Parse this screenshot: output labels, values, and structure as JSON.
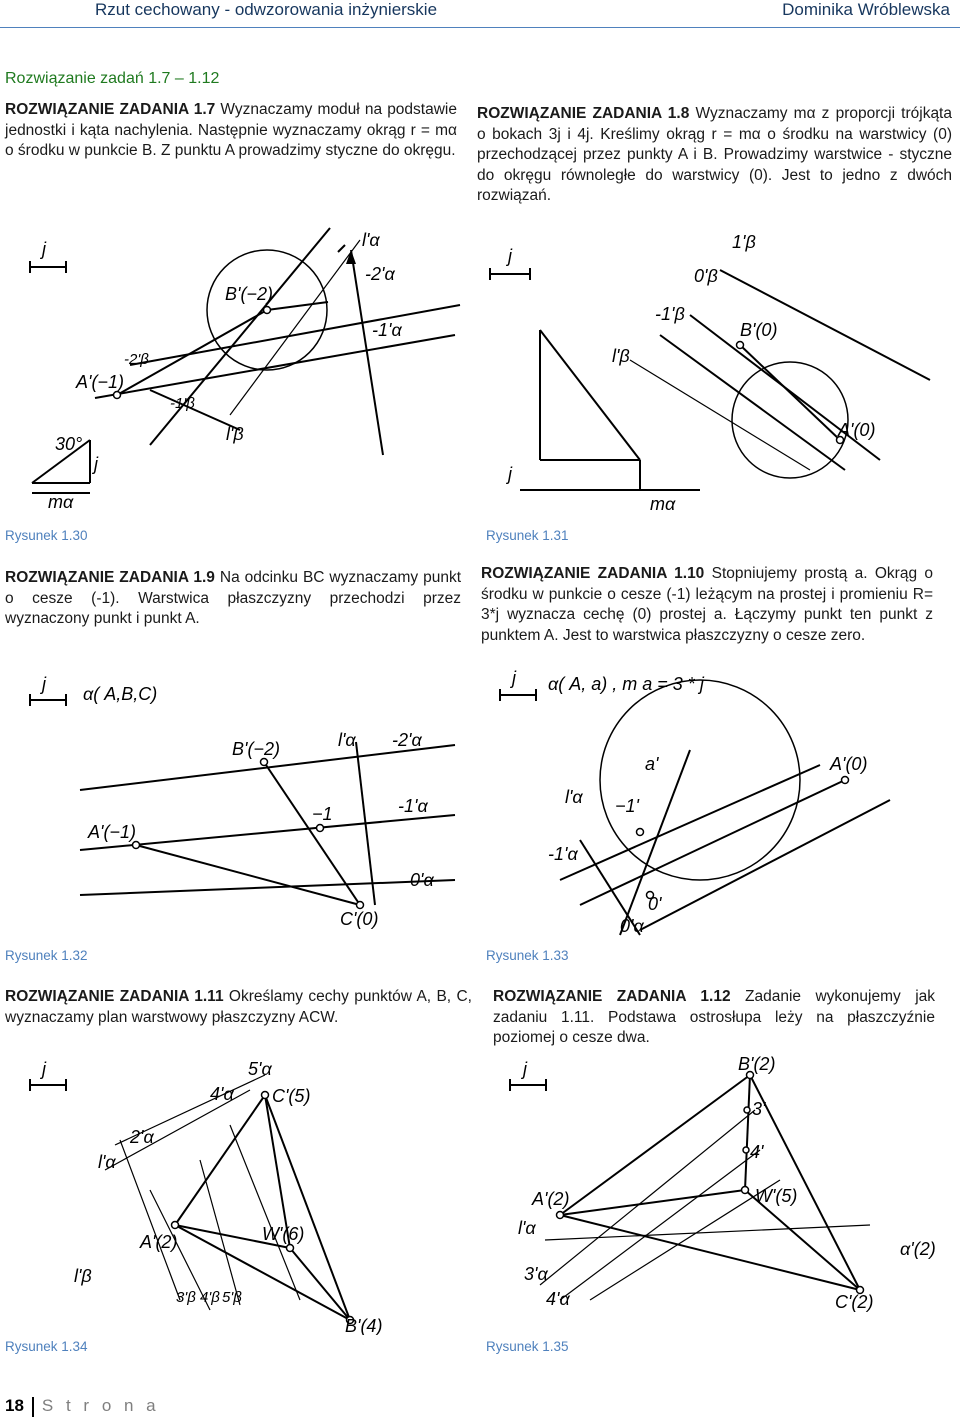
{
  "header": {
    "left": "Rzut cechowany - odwzorowania inżynierskie",
    "right": "Dominika Wróblewska"
  },
  "section_title": "Rozwiązanie zadań 1.7 – 1.12",
  "tasks": {
    "t7": {
      "head": "ROZWIĄZANIE ZADANIA 1.7",
      "body": " Wyznaczamy moduł na podstawie jednostki i kąta nachylenia. Następnie wyznaczamy okrąg r = mα o środku w punkcie B. Z punktu A prowadzimy styczne do okręgu."
    },
    "t8": {
      "head": "ROZWIĄZANIE ZADANIA 1.8",
      "body": " Wyznaczamy mα z proporcji trójkąta o bokach 3j i 4j. Kreślimy okrąg r = mα o środku na warstwicy (0) przechodzącej przez punkty A i B. Prowadzimy warstwice - styczne do okręgu równoległe do warstwicy (0). Jest to jedno z dwóch rozwiązań."
    },
    "t9": {
      "head": "ROZWIĄZANIE ZADANIA 1.9",
      "body": " Na odcinku BC wyznaczamy punkt o cesze (-1). Warstwica płaszczyzny przechodzi przez wyznaczony punkt i punkt A."
    },
    "t10": {
      "head": "ROZWIĄZANIE ZADANIA 1.10",
      "body": " Stopniujemy prostą a. Okrąg o środku w punkcie o cesze (-1) leżącym na prostej i promieniu R= 3*j wyznacza cechę (0) prostej a. Łączymy punkt ten punkt z punktem A. Jest to warstwica płaszczyzny o cesze zero."
    },
    "t11": {
      "head": "ROZWIĄZANIE ZADANIA 1.11",
      "body": " Określamy cechy punktów A, B, C, wyznaczamy plan warstwowy płaszczyzny ACW."
    },
    "t12": {
      "head": "ROZWIĄZANIE ZADANIA 1.12",
      "body": " Zadanie wykonujemy jak zadaniu 1.11. Podstawa ostrosłupa leży na płaszczyźnie poziomej o cesze dwa."
    }
  },
  "captions": {
    "f30": "Rysunek 1.30",
    "f31": "Rysunek 1.31",
    "f32": "Rysunek 1.32",
    "f33": "Rysunek 1.33",
    "f34": "Rysunek 1.34",
    "f35": "Rysunek 1.35"
  },
  "figures": {
    "f30": {
      "j": "j",
      "B": "B'(−2)",
      "A": "A'(−1)",
      "l_alpha": "l'α",
      "m2_alpha": "-2'α",
      "m1_alpha": "-1'α",
      "m2_beta": "-2'β",
      "m1_beta": "-1'β",
      "l_beta": "l'β",
      "angle": "30°",
      "j2": "j",
      "m_alpha": "mα"
    },
    "f31": {
      "j": "j",
      "one_beta": "1'β",
      "zero_beta": "0'β",
      "m1_beta": "-1'β",
      "B": "B'(0)",
      "l_beta": "l'β",
      "A": "A'(0)",
      "j2": "j",
      "m_alpha": "mα"
    },
    "f32": {
      "j": "j",
      "title": "α( A,B,C)",
      "B": "B'(−2)",
      "l_alpha": "l'α",
      "m2_alpha": "-2'α",
      "m1": "−1",
      "m1_alpha": "-1'α",
      "A": "A'(−1)",
      "zero_alpha": "0'α",
      "C": "C'(0)"
    },
    "f33": {
      "j": "j",
      "title": "α( A, a) , m a = 3 * j",
      "a": "a'",
      "A": "A'(0)",
      "l_alpha": "l'α",
      "m1": "−1'",
      "m1_alpha": "-1'α",
      "zero": "0'",
      "zero_alpha": "0'α"
    },
    "f34": {
      "j": "j",
      "five_alpha": "5'α",
      "four_alpha": "4'α",
      "C": "C'(5)",
      "two_alpha": "2'α",
      "l_alpha": "l'α",
      "W": "W'(6)",
      "A": "A'(2)",
      "l_beta": "l'β",
      "three_beta": "3'β",
      "four_beta": "4'β",
      "five_beta": "5'β",
      "B": "B'(4)"
    },
    "f35": {
      "j": "j",
      "B": "B'(2)",
      "three": "3'",
      "four": "4'",
      "A": "A'(2)",
      "W": "W'(5)",
      "l_alpha": "l'α",
      "alpha2": "α'(2)",
      "three_alpha": "3'α",
      "four_alpha": "4'α",
      "C": "C'(2)"
    }
  },
  "footer": {
    "page": "18",
    "label": "S t r o n a"
  }
}
